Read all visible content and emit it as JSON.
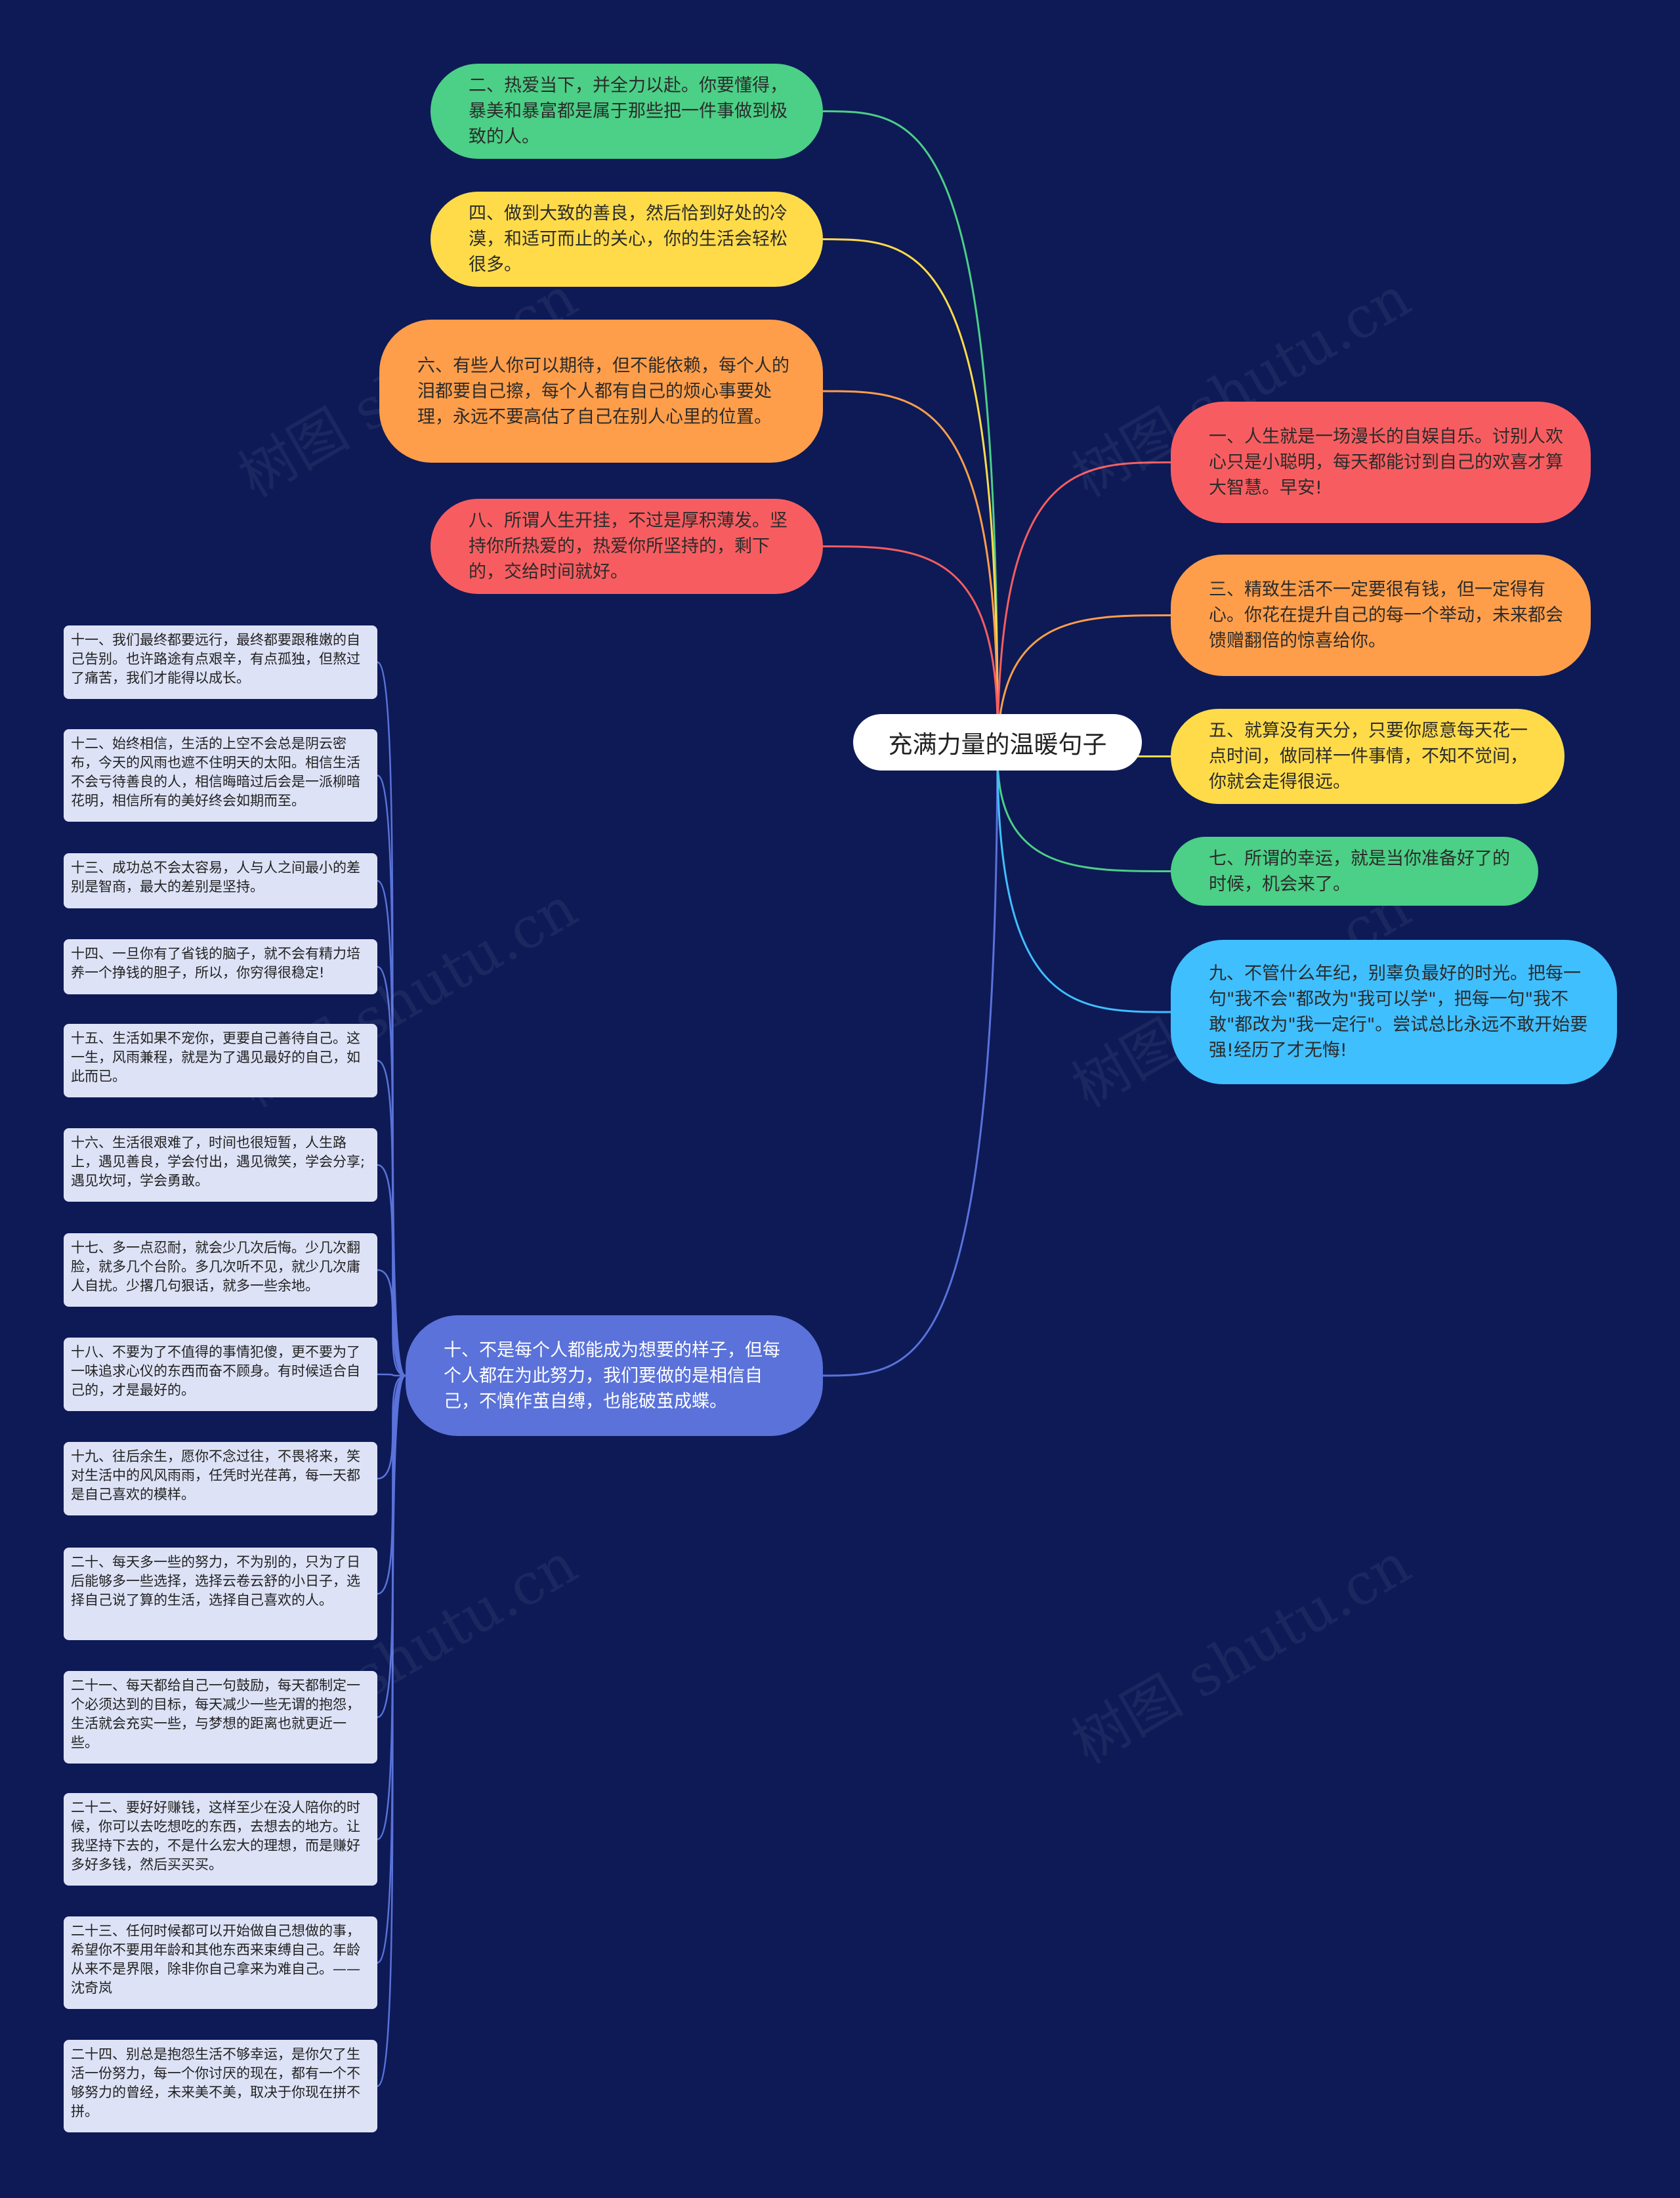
{
  "title": "充满力量的温暖句子",
  "colors": {
    "background": "#0d1a56",
    "green": "#4ccf86",
    "yellow": "#ffdb4a",
    "orange": "#ff9e4a",
    "red": "#f75d60",
    "cyan": "#40bfff",
    "blue": "#5a72d9",
    "leaf": "#dde2f6"
  },
  "left_items": [
    {
      "text": "二、热爱当下，并全力以赴。你要懂得，暴美和暴富都是属于那些把一件事做到极致的人。",
      "color": "green"
    },
    {
      "text": "四、做到大致的善良，然后恰到好处的冷漠，和适可而止的关心，你的生活会轻松很多。",
      "color": "yellow"
    },
    {
      "text": "六、有些人你可以期待，但不能依赖，每个人的泪都要自己擦，每个人都有自己的烦心事要处理，永远不要高估了自己在别人心里的位置。",
      "color": "orange"
    },
    {
      "text": "八、所谓人生开挂，不过是厚积薄发。坚持你所热爱的，热爱你所坚持的，剩下的，交给时间就好。",
      "color": "red"
    },
    {
      "text": "十、不是每个人都能成为想要的样子，但每个人都在为此努力，我们要做的是相信自己，不慎作茧自缚，也能破茧成蝶。",
      "color": "blue"
    }
  ],
  "right_items": [
    {
      "text": "一、人生就是一场漫长的自娱自乐。讨别人欢心只是小聪明，每天都能讨到自己的欢喜才算大智慧。早安!",
      "color": "red"
    },
    {
      "text": "三、精致生活不一定要很有钱，但一定得有心。你花在提升自己的每一个举动，未来都会馈赠翻倍的惊喜给你。",
      "color": "orange"
    },
    {
      "text": "五、就算没有天分，只要你愿意每天花一点时间，做同样一件事情，不知不觉间，你就会走得很远。",
      "color": "yellow"
    },
    {
      "text": "七、所谓的幸运，就是当你准备好了的时候，机会来了。",
      "color": "green"
    },
    {
      "text": "九、不管什么年纪，别辜负最好的时光。把每一句\"我不会\"都改为\"我可以学\"，把每一句\"我不敢\"都改为\"我一定行\"。尝试总比永远不敢开始要强!经历了才无悔!",
      "color": "cyan"
    }
  ],
  "sub_items": [
    "十一、我们最终都要远行，最终都要跟稚嫩的自己告别。也许路途有点艰辛，有点孤独，但熬过了痛苦，我们才能得以成长。",
    "十二、始终相信，生活的上空不会总是阴云密布，今天的风雨也遮不住明天的太阳。相信生活不会亏待善良的人，相信晦暗过后会是一派柳暗花明，相信所有的美好终会如期而至。",
    "十三、成功总不会太容易，人与人之间最小的差别是智商，最大的差别是坚持。",
    "十四、一旦你有了省钱的脑子，就不会有精力培养一个挣钱的胆子，所以，你穷得很稳定!",
    "十五、生活如果不宠你，更要自己善待自己。这一生，风雨兼程，就是为了遇见最好的自己，如此而已。",
    "十六、生活很艰难了，时间也很短暂，人生路上，遇见善良，学会付出，遇见微笑，学会分享;遇见坎坷，学会勇敢。",
    "十七、多一点忍耐，就会少几次后悔。少几次翻脸，就多几个台阶。多几次听不见，就少几次庸人自扰。少撂几句狠话，就多一些余地。",
    "十八、不要为了不值得的事情犯傻，更不要为了一味追求心仪的东西而奋不顾身。有时候适合自己的，才是最好的。",
    "十九、往后余生，愿你不念过往，不畏将来，笑对生活中的风风雨雨，任凭时光荏苒，每一天都是自己喜欢的模样。",
    "二十、每天多一些的努力，不为别的，只为了日后能够多一些选择，选择云卷云舒的小日子，选择自己说了算的生活，选择自己喜欢的人。",
    "二十一、每天都给自己一句鼓励，每天都制定一个必须达到的目标，每天减少一些无谓的抱怨，生活就会充实一些，与梦想的距离也就更近一些。",
    "二十二、要好好赚钱，这样至少在没人陪你的时候，你可以去吃想吃的东西，去想去的地方。让我坚持下去的，不是什么宏大的理想，而是赚好多好多钱，然后买买买。",
    "二十三、任何时候都可以开始做自己想做的事，希望你不要用年龄和其他东西来束缚自己。年龄从来不是界限，除非你自己拿来为难自己。——沈奇岚",
    "二十四、别总是抱怨生活不够幸运，是你欠了生活一份努力，每一个你讨厌的现在，都有一个不够努力的曾经，未来美不美，取决于你现在拼不拼。"
  ],
  "watermark": "树图 shutu.cn"
}
